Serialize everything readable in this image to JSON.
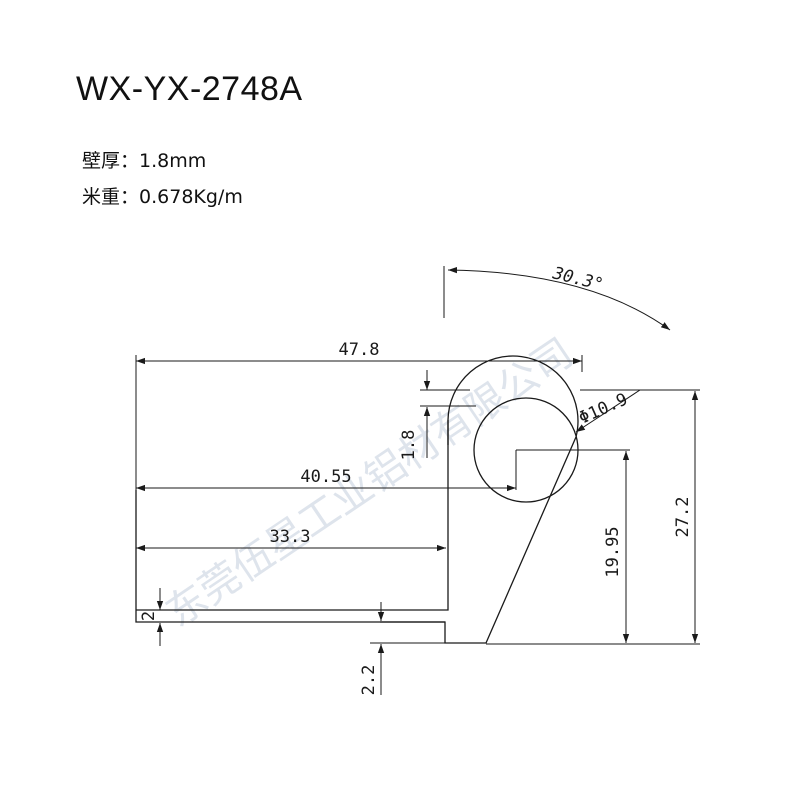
{
  "title": "WX-YX-2748A",
  "specs": [
    {
      "label": "壁厚：",
      "value": "1.8mm"
    },
    {
      "label": "米重：",
      "value": "0.678Kg/m"
    }
  ],
  "watermark": "东莞伍星工业铝材有限公司",
  "dimensions": {
    "angle": "30.3°",
    "width_total": "47.8",
    "diameter": "Φ10.9",
    "wall": "1.8",
    "width_mid": "40.55",
    "width_inner": "33.3",
    "height_left": "2",
    "height_bottom": "2.2",
    "height_inner": "19.95",
    "height_total": "27.2"
  },
  "colors": {
    "line": "#1a1a1a",
    "watermark": "#d4dbe6"
  }
}
